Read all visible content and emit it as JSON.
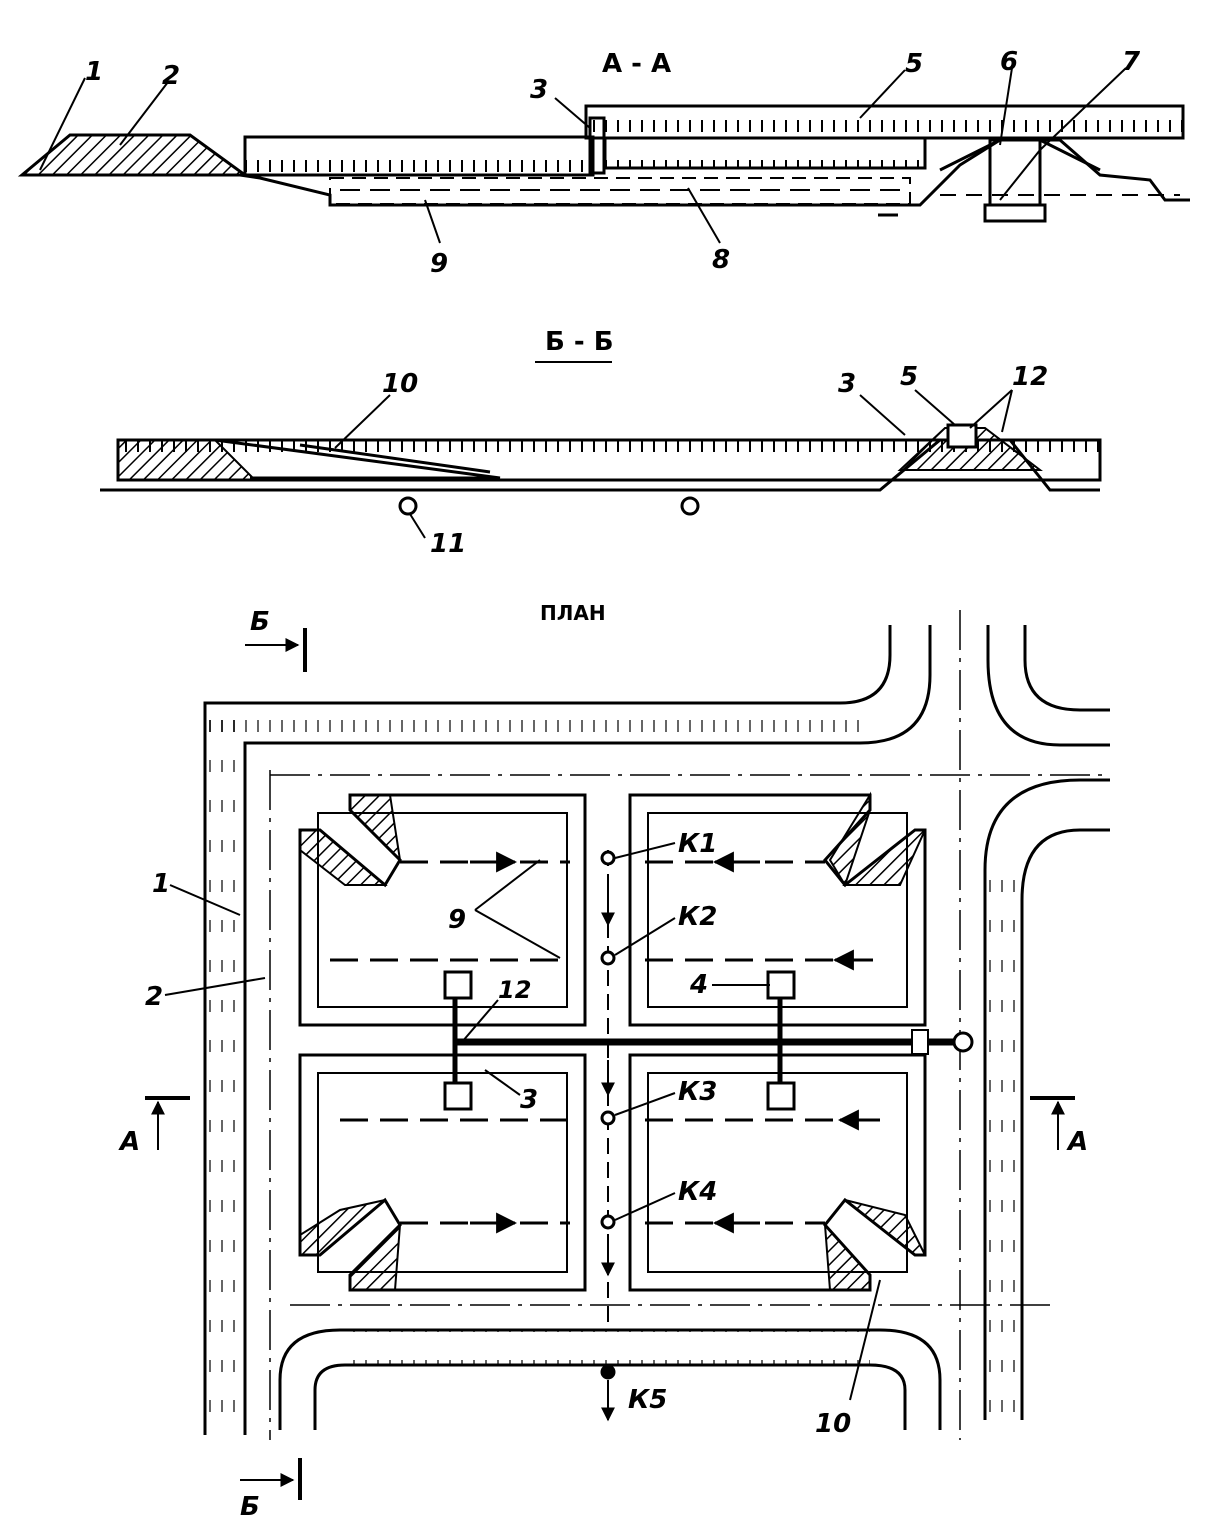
{
  "sections": {
    "aa_title": "А - А",
    "bb_title": "Б - Б",
    "plan_title": "ПЛАН"
  },
  "section_aa_labels": [
    "1",
    "2",
    "3",
    "5",
    "6",
    "7",
    "8",
    "9"
  ],
  "section_bb_labels": [
    "10",
    "3",
    "5",
    "12",
    "11"
  ],
  "plan_labels": {
    "label_1": "1",
    "label_2": "2",
    "label_9": "9",
    "label_12": "12",
    "label_3": "3",
    "label_4": "4",
    "label_10": "10",
    "wells": [
      "К1",
      "К2",
      "К3",
      "К4",
      "К5"
    ],
    "cut_a_left": "А",
    "cut_a_right": "А",
    "cut_b_top": "Б",
    "cut_b_bottom": "Б"
  }
}
